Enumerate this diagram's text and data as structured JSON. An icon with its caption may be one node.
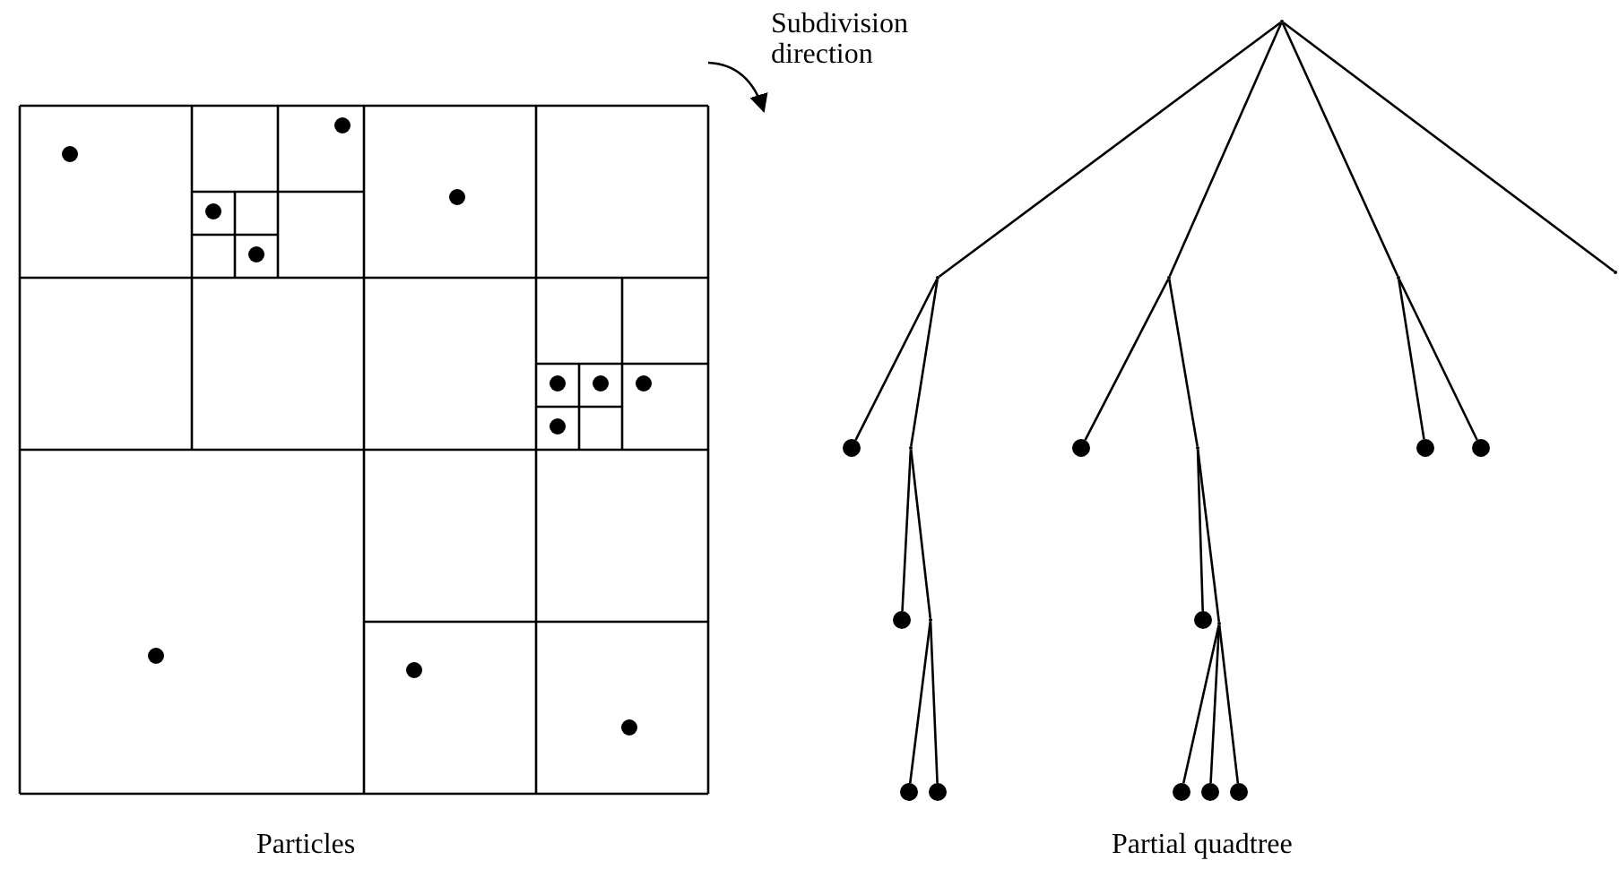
{
  "diagram": {
    "nodes": [
      {
        "text": [],
        "shape": "point"
      },
      {
        "text": [],
        "shape": "point"
      },
      {
        "text": [],
        "shape": "point"
      },
      {
        "text": [],
        "shape": "point"
      },
      {
        "text": [],
        "shape": "point"
      },
      {
        "text": [],
        "shape": "circle"
      },
      {
        "text": [],
        "shape": "point"
      },
      {
        "text": [],
        "shape": "circle"
      },
      {
        "text": [],
        "shape": "point"
      },
      {
        "text": [],
        "shape": "circle"
      },
      {
        "text": [],
        "shape": "circle"
      },
      {
        "text": [],
        "shape": "circle"
      },
      {
        "text": [],
        "shape": "point"
      },
      {
        "text": [],
        "shape": "circle"
      },
      {
        "text": [],
        "shape": "point"
      },
      {
        "text": [],
        "shape": "circle"
      },
      {
        "text": [],
        "shape": "circle"
      },
      {
        "text": [],
        "shape": "circle"
      },
      {
        "text": [],
        "shape": "circle"
      },
      {
        "text": [],
        "shape": "circle"
      }
    ],
    "edges": [
      {
        "from": 0,
        "to": 1,
        "arrow": "none"
      },
      {
        "from": 0,
        "to": 2,
        "arrow": "none"
      },
      {
        "from": 0,
        "to": 3,
        "arrow": "none"
      },
      {
        "from": 0,
        "to": 4,
        "arrow": "none"
      },
      {
        "from": 1,
        "to": 5,
        "arrow": "none"
      },
      {
        "from": 1,
        "to": 6,
        "arrow": "none"
      },
      {
        "from": 2,
        "to": 7,
        "arrow": "none"
      },
      {
        "from": 2,
        "to": 8,
        "arrow": "none"
      },
      {
        "from": 3,
        "to": 9,
        "arrow": "none"
      },
      {
        "from": 3,
        "to": 10,
        "arrow": "none"
      },
      {
        "from": 6,
        "to": 11,
        "arrow": "none"
      },
      {
        "from": 6,
        "to": 12,
        "arrow": "none"
      },
      {
        "from": 8,
        "to": 13,
        "arrow": "none"
      },
      {
        "from": 8,
        "to": 14,
        "arrow": "none"
      },
      {
        "from": 12,
        "to": 15,
        "arrow": "none"
      },
      {
        "from": 12,
        "to": 16,
        "arrow": "none"
      },
      {
        "from": 14,
        "to": 17,
        "arrow": "none"
      },
      {
        "from": 14,
        "to": 18,
        "arrow": "none"
      },
      {
        "from": 14,
        "to": 19,
        "arrow": "none"
      }
    ],
    "labels": [
      "Subdivision direction",
      "Particles",
      "Partial quadtree"
    ]
  }
}
